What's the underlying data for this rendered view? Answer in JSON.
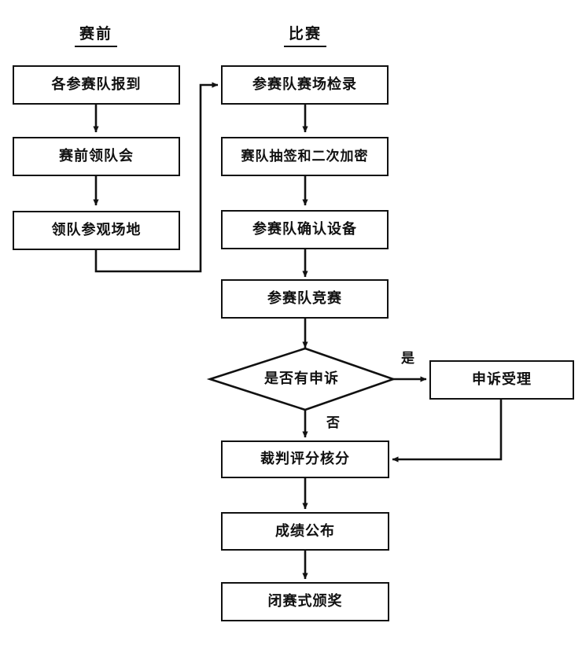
{
  "diagram": {
    "title_left": "赛前",
    "title_right": "比赛",
    "nodes": {
      "pre_register": "各参赛队报到",
      "pre_leader_meeting": "赛前领队会",
      "pre_venue_tour": "领队参观场地",
      "checkin": "参赛队赛场检录",
      "draw_encrypt": "赛队抽签和二次加密",
      "confirm_equipment": "参赛队确认设备",
      "competition": "参赛队竞赛",
      "decision_appeal": "是否有申诉",
      "appeal_accept": "申诉受理",
      "judge_scoring": "裁判评分核分",
      "results_publish": "成绩公布",
      "closing_ceremony": "闭赛式颁奖"
    },
    "edge_labels": {
      "yes": "是",
      "no": "否"
    },
    "colors": {
      "stroke": "#111111",
      "background": "#ffffff"
    }
  }
}
